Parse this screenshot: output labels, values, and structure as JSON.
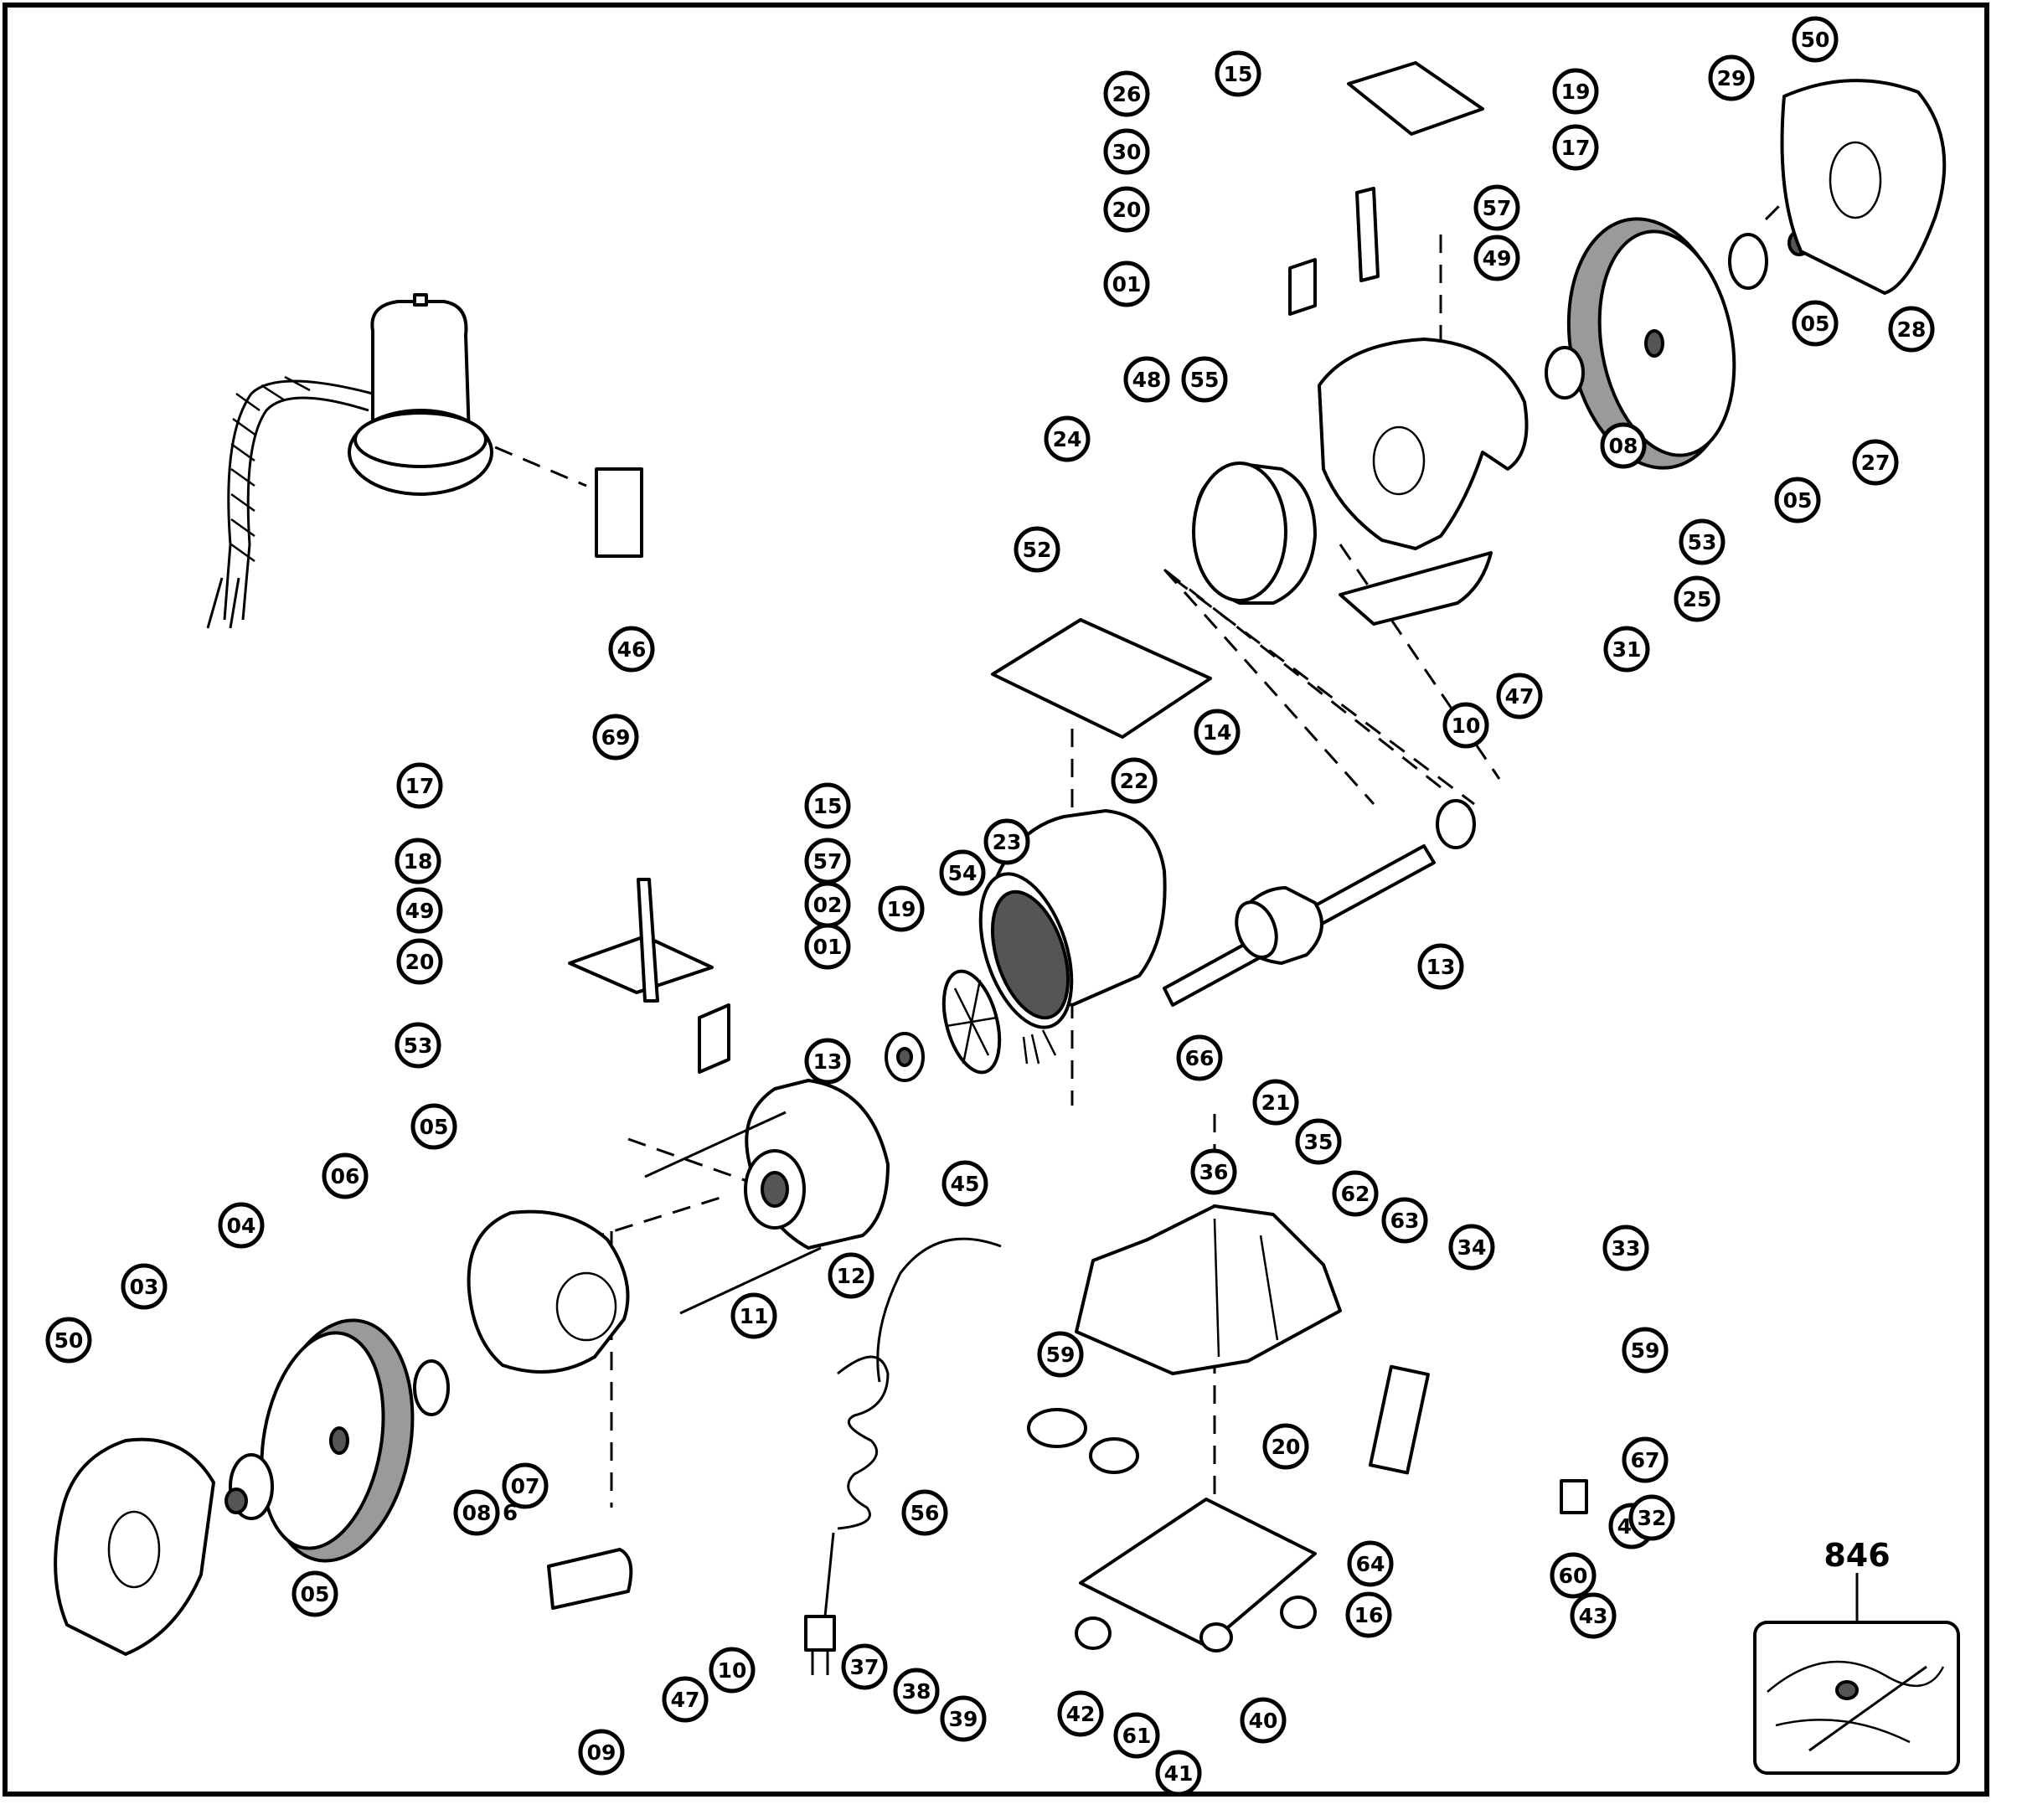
{
  "diagram": {
    "kit_label": "846",
    "stray_label": "6",
    "colors": {
      "ink": "#000000",
      "paper": "#ffffff",
      "wheel": "#9a9a9a"
    },
    "callouts": [
      "50",
      "29",
      "19",
      "15",
      "26",
      "17",
      "30",
      "57",
      "20",
      "49",
      "01",
      "05",
      "28",
      "48",
      "55",
      "08",
      "24",
      "27",
      "05",
      "53",
      "25",
      "31",
      "47",
      "10",
      "52",
      "46",
      "69",
      "22",
      "14",
      "13",
      "19",
      "17",
      "15",
      "18",
      "57",
      "02",
      "49",
      "01",
      "20",
      "13",
      "54",
      "23",
      "53",
      "66",
      "21",
      "35",
      "05",
      "36",
      "62",
      "63",
      "34",
      "33",
      "06",
      "04",
      "45",
      "03",
      "50",
      "12",
      "11",
      "59",
      "59",
      "07",
      "08",
      "56",
      "20",
      "44",
      "67",
      "32",
      "60",
      "64",
      "16",
      "43",
      "37",
      "38",
      "39",
      "40",
      "42",
      "61",
      "41",
      "05",
      "09",
      "47",
      "10"
    ]
  }
}
